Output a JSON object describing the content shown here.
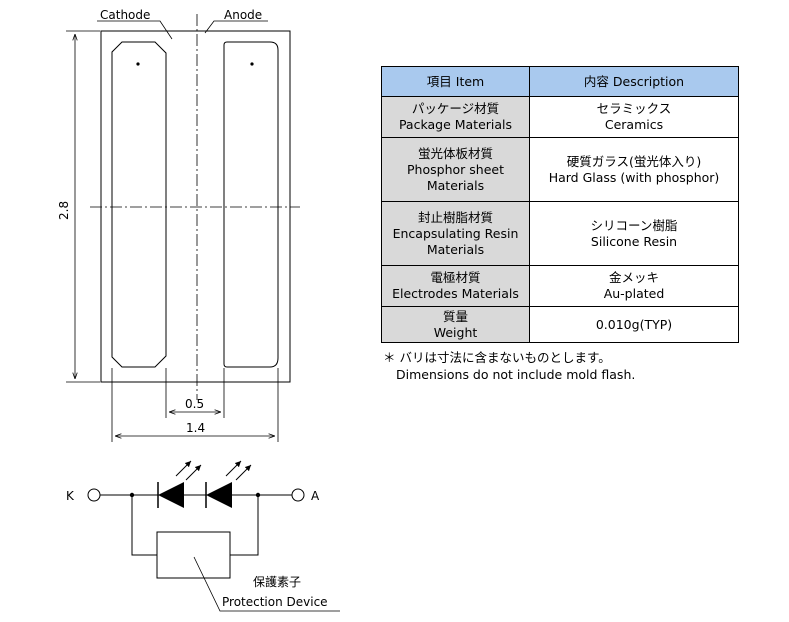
{
  "package_drawing": {
    "cathode_label": "Cathode",
    "anode_label": "Anode",
    "dim_height": "2.8",
    "dim_gap": "0.5",
    "dim_width": "1.4"
  },
  "circuit": {
    "k_label": "K",
    "a_label": "A",
    "protection_label_jp": "保護素子",
    "protection_label_en": "Protection Device"
  },
  "table": {
    "header_item": "項目 Item",
    "header_desc": "内容 Description",
    "rows": [
      {
        "item": [
          "パッケージ材質",
          "Package Materials"
        ],
        "desc": [
          "セラミックス",
          "Ceramics"
        ]
      },
      {
        "item": [
          "蛍光体板材質",
          "Phosphor sheet",
          "Materials"
        ],
        "desc": [
          "硬質ガラス(蛍光体入り)",
          "Hard Glass (with phosphor)"
        ]
      },
      {
        "item": [
          "封止樹脂材質",
          "Encapsulating Resin",
          "Materials"
        ],
        "desc": [
          "シリコーン樹脂",
          "Silicone Resin"
        ]
      },
      {
        "item": [
          "電極材質",
          "Electrodes Materials"
        ],
        "desc": [
          "金メッキ",
          "Au-plated"
        ]
      },
      {
        "item": [
          "質量",
          "Weight"
        ],
        "desc": [
          "0.010g(TYP)"
        ]
      }
    ]
  },
  "notes": {
    "line1": "＊ バリは寸法に含まないものとします。",
    "line2": "Dimensions do not include mold flash."
  }
}
